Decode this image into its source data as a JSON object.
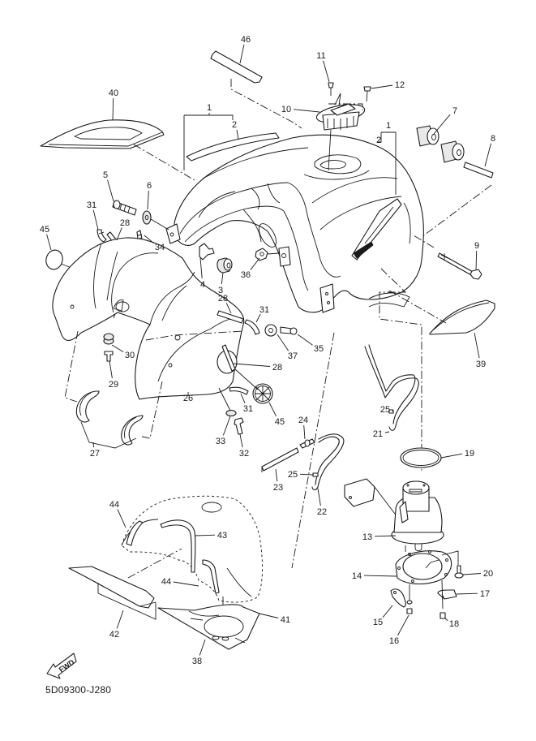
{
  "diagram": {
    "type": "exploded-parts-diagram",
    "subject": "Fuel tank assembly",
    "drawing_code": "5D09300-J280",
    "direction_badge": "FWD",
    "part_labels": [
      {
        "id": "46",
        "part": "emblem-panel"
      },
      {
        "id": "40",
        "part": "tank-pad-rear"
      },
      {
        "id": "1",
        "part": "fuel-tank-complete-left"
      },
      {
        "id": "2",
        "part": "graphic-stripe-left"
      },
      {
        "id": "11",
        "part": "cap-screw-11"
      },
      {
        "id": "12",
        "part": "cap-screw-12"
      },
      {
        "id": "10",
        "part": "fuel-cap"
      },
      {
        "id": "7",
        "part": "damper"
      },
      {
        "id": "1",
        "part": "fuel-tank-complete-right"
      },
      {
        "id": "2",
        "part": "graphic-stripe-right"
      },
      {
        "id": "8",
        "part": "collar"
      },
      {
        "id": "5",
        "part": "bolt-5"
      },
      {
        "id": "6",
        "part": "washer-6"
      },
      {
        "id": "31",
        "part": "band-31-top"
      },
      {
        "id": "28",
        "part": "strip-28-top"
      },
      {
        "id": "45",
        "part": "emblem-45-left"
      },
      {
        "id": "34",
        "part": "bolt-34"
      },
      {
        "id": "4",
        "part": "bracket-4"
      },
      {
        "id": "3",
        "part": "damper-3"
      },
      {
        "id": "36",
        "part": "nut-36"
      },
      {
        "id": "9",
        "part": "bolt-9"
      },
      {
        "id": "28",
        "part": "strip-28-mid"
      },
      {
        "id": "31",
        "part": "band-31-mid"
      },
      {
        "id": "30",
        "part": "grommet-30"
      },
      {
        "id": "37",
        "part": "washer-37"
      },
      {
        "id": "35",
        "part": "screw-35"
      },
      {
        "id": "29",
        "part": "collar-29"
      },
      {
        "id": "28",
        "part": "strip-28-low"
      },
      {
        "id": "39",
        "part": "side-pad-39"
      },
      {
        "id": "26",
        "part": "side-cover-26"
      },
      {
        "id": "31",
        "part": "band-31-low"
      },
      {
        "id": "45",
        "part": "emblem-45-right"
      },
      {
        "id": "25",
        "part": "clip-25-upper"
      },
      {
        "id": "21",
        "part": "hose-21"
      },
      {
        "id": "27",
        "part": "damper-27"
      },
      {
        "id": "33",
        "part": "washer-33"
      },
      {
        "id": "24",
        "part": "joint-24"
      },
      {
        "id": "32",
        "part": "screw-32"
      },
      {
        "id": "19",
        "part": "o-ring-19"
      },
      {
        "id": "25",
        "part": "clip-25-lower"
      },
      {
        "id": "23",
        "part": "hose-23"
      },
      {
        "id": "22",
        "part": "hose-22"
      },
      {
        "id": "44",
        "part": "seal-44-upper"
      },
      {
        "id": "13",
        "part": "fuel-pump-assy"
      },
      {
        "id": "43",
        "part": "seal-43"
      },
      {
        "id": "44",
        "part": "seal-44-lower"
      },
      {
        "id": "14",
        "part": "pump-plate-14"
      },
      {
        "id": "20",
        "part": "bolt-20"
      },
      {
        "id": "17",
        "part": "holder-17"
      },
      {
        "id": "41",
        "part": "cover-41"
      },
      {
        "id": "42",
        "part": "plate-42"
      },
      {
        "id": "15",
        "part": "clamp-15"
      },
      {
        "id": "18",
        "part": "screw-18"
      },
      {
        "id": "16",
        "part": "screw-16"
      },
      {
        "id": "38",
        "part": "heat-protector-38"
      }
    ]
  }
}
